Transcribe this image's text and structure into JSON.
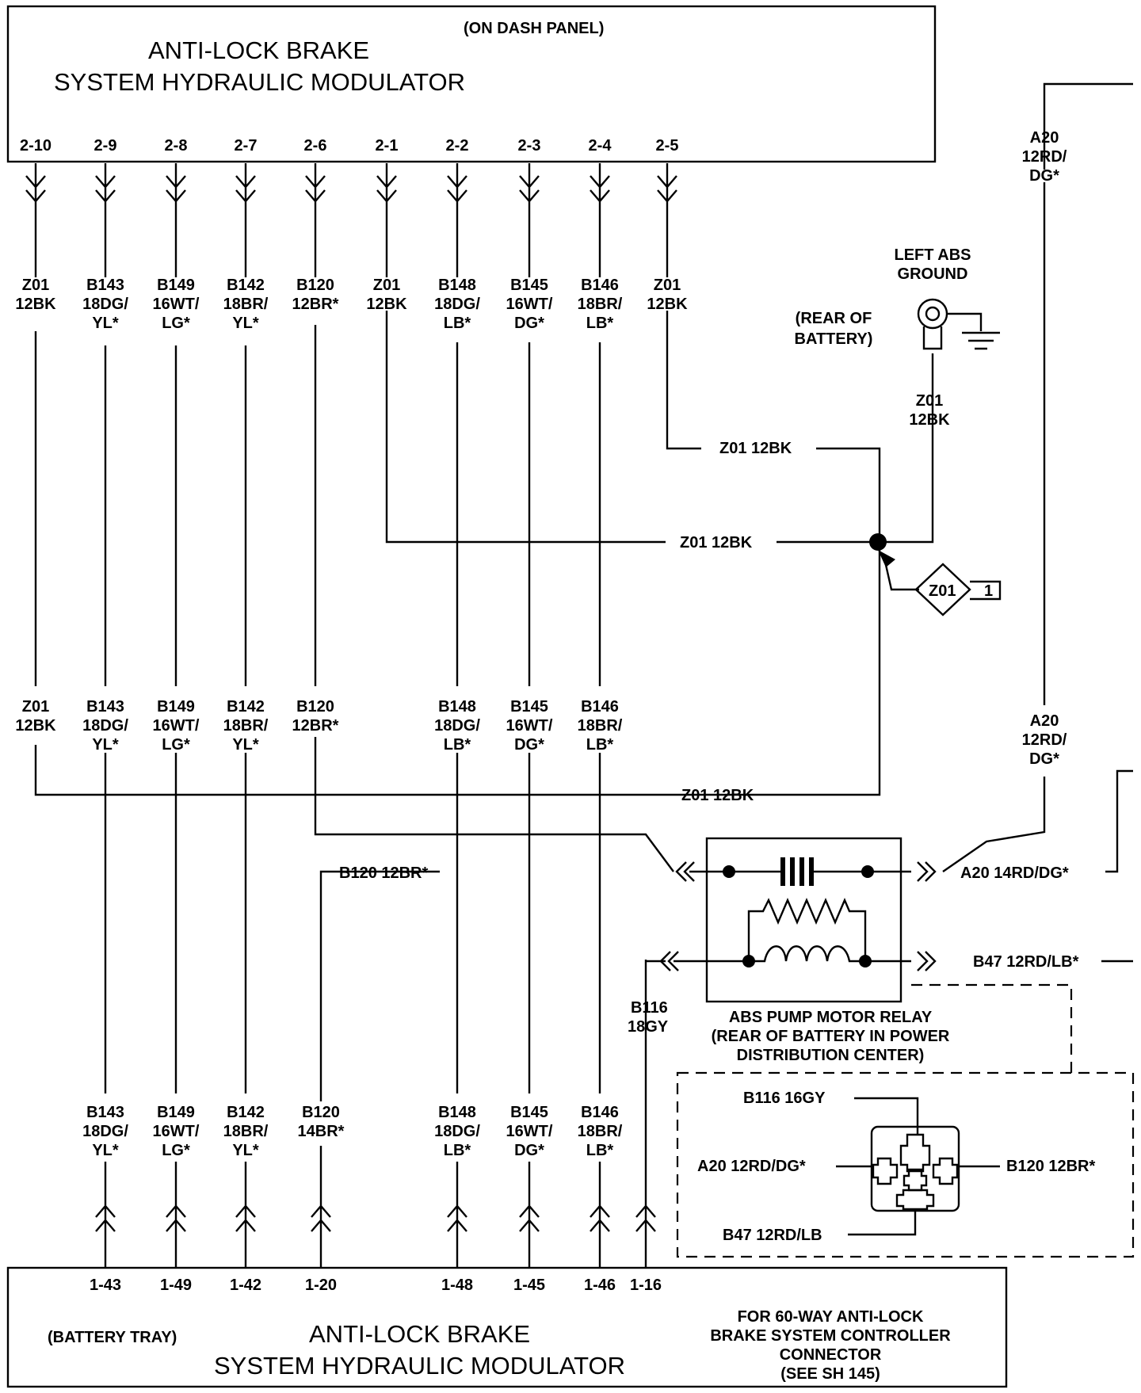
{
  "top_module": {
    "title_line1": "ANTI-LOCK BRAKE",
    "title_line2": "SYSTEM HYDRAULIC MODULATOR",
    "location": "(ON DASH PANEL)",
    "pins": [
      "2-10",
      "2-9",
      "2-8",
      "2-7",
      "2-6",
      "2-1",
      "2-2",
      "2-3",
      "2-4",
      "2-5"
    ]
  },
  "bottom_module": {
    "title_line1": "ANTI-LOCK BRAKE",
    "title_line2": "SYSTEM HYDRAULIC MODULATOR",
    "location": "(BATTERY TRAY)",
    "pins": [
      "1-43",
      "1-49",
      "1-42",
      "1-20",
      "1-48",
      "1-45",
      "1-46",
      "1-16"
    ],
    "note_lines": [
      "FOR 60-WAY ANTI-LOCK",
      "BRAKE SYSTEM CONTROLLER",
      "CONNECTOR",
      "(SEE SH 145)"
    ]
  },
  "upper_labels": [
    [
      "Z01",
      "12BK"
    ],
    [
      "B143",
      "18DG/",
      "YL*"
    ],
    [
      "B149",
      "16WT/",
      "LG*"
    ],
    [
      "B142",
      "18BR/",
      "YL*"
    ],
    [
      "B120",
      "12BR*"
    ],
    [
      "Z01",
      "12BK"
    ],
    [
      "B148",
      "18DG/",
      "LB*"
    ],
    [
      "B145",
      "16WT/",
      "DG*"
    ],
    [
      "B146",
      "18BR/",
      "LB*"
    ],
    [
      "Z01",
      "12BK"
    ]
  ],
  "middle_labels": [
    [
      "Z01",
      "12BK"
    ],
    [
      "B143",
      "18DG/",
      "YL*"
    ],
    [
      "B149",
      "16WT/",
      "LG*"
    ],
    [
      "B142",
      "18BR/",
      "YL*"
    ],
    [
      "B120",
      "12BR*"
    ],
    [
      "B148",
      "18DG/",
      "LB*"
    ],
    [
      "B145",
      "16WT/",
      "DG*"
    ],
    [
      "B146",
      "18BR/",
      "LB*"
    ]
  ],
  "lower_labels": [
    [
      "B143",
      "18DG/",
      "YL*"
    ],
    [
      "B149",
      "16WT/",
      "LG*"
    ],
    [
      "B142",
      "18BR/",
      "YL*"
    ],
    [
      "B120",
      "14BR*"
    ],
    [
      "B148",
      "18DG/",
      "LB*"
    ],
    [
      "B145",
      "16WT/",
      "DG*"
    ],
    [
      "B146",
      "18BR/",
      "LB*"
    ]
  ],
  "ground": {
    "name_line1": "LEFT ABS",
    "name_line2": "GROUND",
    "location_line1": "(REAR OF",
    "location_line2": "BATTERY)",
    "wire_line1": "Z01",
    "wire_line2": "12BK"
  },
  "splice": {
    "wire_a": "Z01 12BK",
    "wire_b": "Z01 12BK",
    "wire_c": "Z01 12BK",
    "ref_code": "Z01",
    "ref_num": "1"
  },
  "a20": {
    "top_line1": "A20",
    "top_line2": "12RD/",
    "top_line3": "DG*",
    "mid_line1": "A20",
    "mid_line2": "12RD/",
    "mid_line3": "DG*"
  },
  "relay": {
    "name_line1": "ABS PUMP MOTOR RELAY",
    "name_line2": "(REAR OF BATTERY IN POWER",
    "name_line3": "DISTRIBUTION CENTER)",
    "wire_left_top": "B120 12BR*",
    "wire_right_top": "A20 14RD/DG*",
    "wire_right_bottom": "B47 12RD/LB*",
    "wire_left_bottom_line1": "B116",
    "wire_left_bottom_line2": "18GY"
  },
  "connector_view": {
    "wire_top": "B116 16GY",
    "wire_left": "A20 12RD/DG*",
    "wire_right": "B120 12BR*",
    "wire_bottom": "B47 12RD/LB"
  }
}
